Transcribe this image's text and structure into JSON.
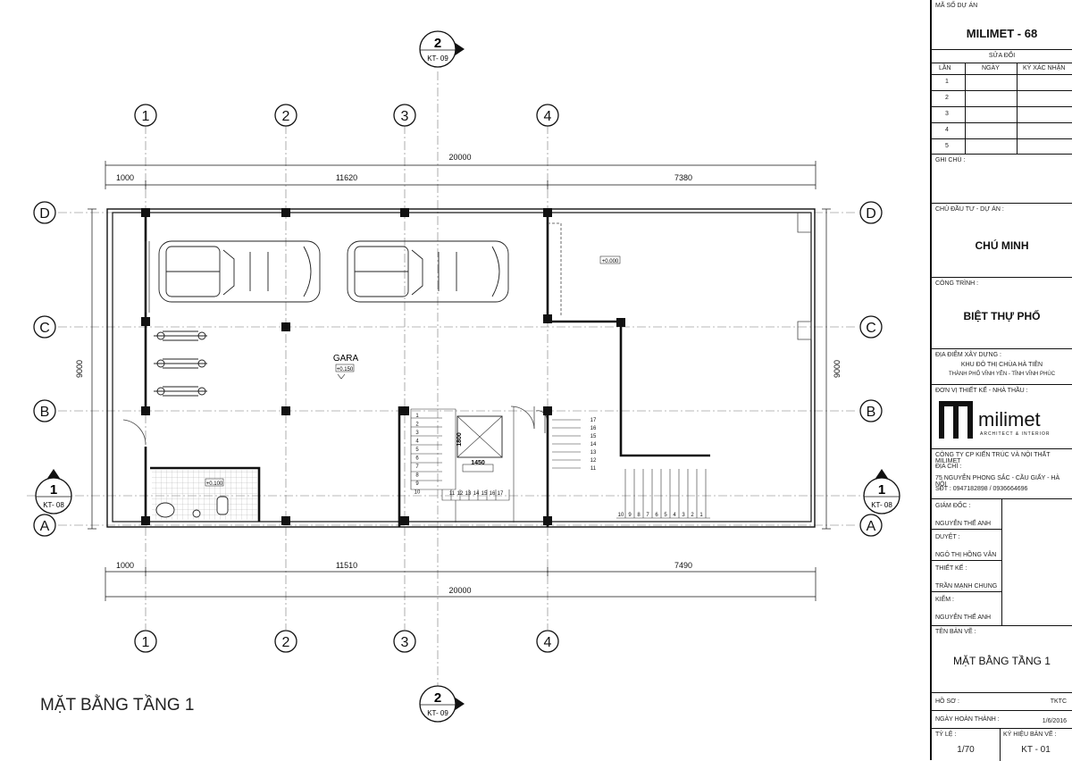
{
  "drawing": {
    "title": "MẶT BẰNG TẦNG 1",
    "room_label": "GARA",
    "level_main": "+0.150",
    "level_yard": "+0.000",
    "level_wc": "+0.100",
    "grid_cols": [
      "1",
      "2",
      "3",
      "4"
    ],
    "grid_rows": [
      "D",
      "C",
      "B",
      "A"
    ],
    "dim_total": "20000",
    "dims_top": [
      "1000",
      "11620",
      "7380"
    ],
    "dims_bottom": [
      "1000",
      "11510",
      "7490"
    ],
    "dim_height": "9000",
    "stair_dim_w": "1450",
    "stair_dim_h": "1800",
    "section_2": {
      "num": "2",
      "ref": "KT- 09"
    },
    "section_1": {
      "num": "1",
      "ref": "KT- 08"
    },
    "stair_left_steps": [
      "1",
      "2",
      "3",
      "4",
      "5",
      "6",
      "7",
      "8",
      "9",
      "10"
    ],
    "stair_left_bottom": [
      "11",
      "12",
      "13",
      "14",
      "15",
      "16",
      "17"
    ],
    "stair_right_steps": [
      "17",
      "16",
      "15",
      "14",
      "13",
      "12",
      "11"
    ],
    "stair_right_bottom": [
      "10",
      "9",
      "8",
      "7",
      "6",
      "5",
      "4",
      "3",
      "2",
      "1"
    ]
  },
  "titleblock": {
    "project_code_label": "MÃ SỐ DỰ ÁN",
    "project_code": "MILIMET - 68",
    "revision_label": "SỬA ĐỔI",
    "rev_cols": [
      "LẦN",
      "NGÀY",
      "KÝ XÁC NHẬN"
    ],
    "rev_rows": [
      "1",
      "2",
      "3",
      "4",
      "5"
    ],
    "notes_label": "GHI CHÚ :",
    "owner_label": "CHỦ ĐẦU TƯ - DỰ ÁN :",
    "owner": "CHÚ MINH",
    "work_label": "CÔNG TRÌNH :",
    "work": "BIỆT THỰ PHỐ",
    "location_label": "ĐỊA ĐIỂM XÂY DỰNG :",
    "location_1": "KHU ĐÔ THỊ CHÙA HÀ TIÊN",
    "location_2": "THÀNH PHỐ VĨNH YÊN - TỈNH VĨNH PHÚC",
    "designer_label": "ĐƠN VỊ THIẾT KẾ - NHÀ THẦU :",
    "logo_text": "milimet",
    "logo_sub": "ARCHITECT & INTERIOR",
    "company": "CÔNG TY CP KIẾN TRÚC VÀ NỘI THẤT MILIMET",
    "address_label": "ĐỊA CHỈ :",
    "address": "75 NGUYỄN PHONG SẮC - CẦU GIẤY - HÀ NỘI",
    "phone": "SĐT : 0947182898 / 0936664696",
    "director_label": "GIÁM ĐỐC :",
    "director": "NGUYỄN THẾ ANH",
    "approve_label": "DUYỆT :",
    "approve": "NGÔ THỊ HỒNG VÂN",
    "design_label": "THIẾT KẾ :",
    "design": "TRẦN MẠNH CHUNG",
    "check_label": "KIỂM :",
    "check": "NGUYỄN THẾ ANH",
    "sheet_name_label": "TÊN BẢN VẼ :",
    "sheet_name": "MẶT BẰNG TẦNG 1",
    "file_label": "HỒ SƠ :",
    "file": "TKTC",
    "date_label": "NGÀY HOÀN THÀNH :",
    "date": "1/6/2016",
    "scale_label": "TỶ LỆ :",
    "scale": "1/70",
    "sheet_no_label": "KÝ HIỆU BẢN VẼ :",
    "sheet_no": "KT - 01"
  }
}
